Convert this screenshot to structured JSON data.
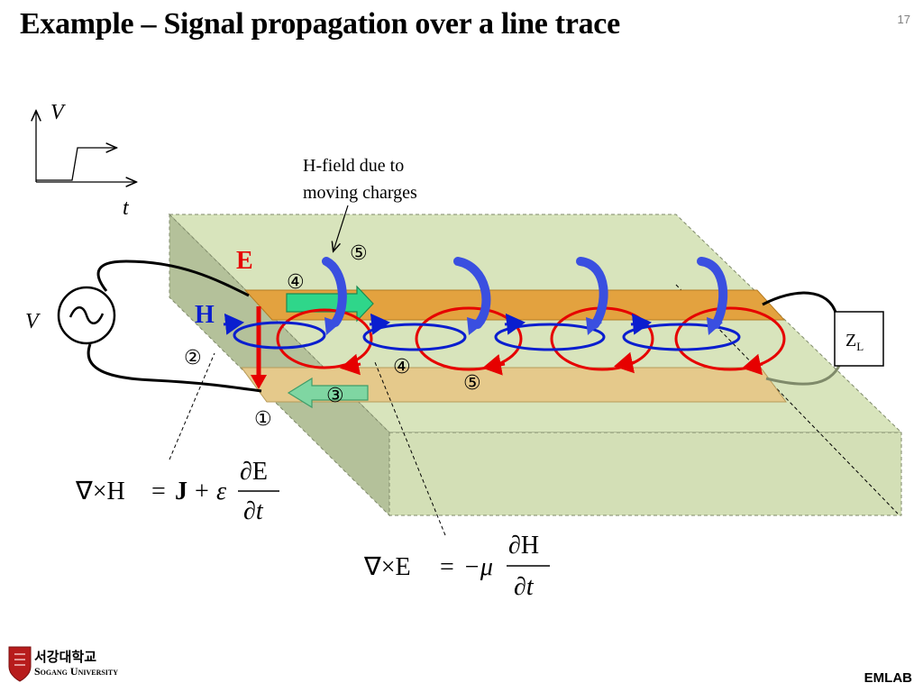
{
  "slide": {
    "title": "Example – Signal propagation over a line trace",
    "page_number": "17"
  },
  "axes_inset": {
    "y_label": "V",
    "x_label": "t"
  },
  "source": {
    "label": "V",
    "symbol": "~"
  },
  "load": {
    "label_main": "Z",
    "label_sub": "L"
  },
  "labels": {
    "e_field": "E",
    "h_field": "H",
    "annotation_line1": "H-field due to",
    "annotation_line2": "moving charges"
  },
  "step_markers": {
    "m1": "①",
    "m2": "②",
    "m3": "③",
    "m4_top": "④",
    "m4_mid": "④",
    "m5_top": "⑤",
    "m5_mid": "⑤"
  },
  "equations": {
    "ampere": {
      "lhs": "∇×H",
      "eq": "=",
      "J": "J",
      "plus": "+",
      "eps": "ε",
      "num": "∂E",
      "den": "∂t"
    },
    "faraday": {
      "lhs": "∇×E",
      "eq": "=",
      "minus_mu": "−μ",
      "num": "∂H",
      "den": "∂t"
    }
  },
  "footer": {
    "university_korean": "서강대학교",
    "university_english": "Sogang University",
    "lab": "EMLAB"
  },
  "colors": {
    "board": "#d8e4bc",
    "board_side": "#b7c4a0",
    "trace_top": "#e3a23f",
    "trace_bottom": "#e5c98b",
    "e_field": "#e60000",
    "h_field": "#0a1ecf",
    "curl_arrow": "#3a4fe0",
    "current_arrow_top": "#2fd68a",
    "current_arrow_bottom": "#7fd6a2"
  }
}
